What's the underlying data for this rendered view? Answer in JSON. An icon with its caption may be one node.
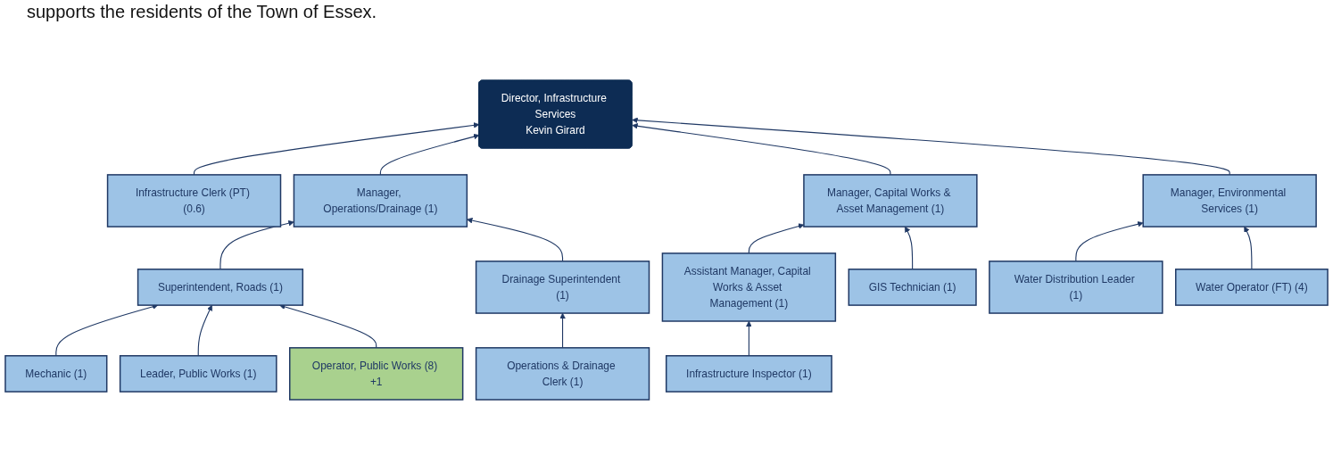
{
  "diagram": {
    "nodes": [
      {
        "text": [
          "Director, Infrastructure Services",
          "Kevin Girard"
        ]
      },
      {
        "text": [
          "Infrastructure Clerk (PT) (0.6)"
        ]
      },
      {
        "text": [
          "Manager, Operations/Drainage (1)"
        ]
      },
      {
        "text": [
          "Manager, Capital Works & Asset Management (1)"
        ]
      },
      {
        "text": [
          "Manager, Environmental Services (1)"
        ]
      },
      {
        "text": [
          "Superintendent, Roads (1)"
        ]
      },
      {
        "text": [
          "Drainage Superintendent (1)"
        ]
      },
      {
        "text": [
          "Mechanic (1)"
        ]
      },
      {
        "text": [
          "Leader, Public Works (1)"
        ]
      },
      {
        "text": [
          "Operator, Public Works (8) +1"
        ]
      },
      {
        "text": [
          "Operations & Drainage Clerk (1)"
        ]
      },
      {
        "text": [
          "Assistant Manager, Capital Works & Asset Management (1)"
        ]
      },
      {
        "text": [
          "Infrastructure Inspector (1)"
        ]
      },
      {
        "text": [
          "GIS Technician (1)"
        ]
      },
      {
        "text": [
          "Water Distribution Leader (1)"
        ]
      },
      {
        "text": [
          "Water Operator (FT) (4)"
        ]
      }
    ],
    "edges": [
      {
        "from": 1,
        "to": 0,
        "arrow": "to"
      },
      {
        "from": 2,
        "to": 0,
        "arrow": "to"
      },
      {
        "from": 3,
        "to": 0,
        "arrow": "to"
      },
      {
        "from": 4,
        "to": 0,
        "arrow": "to"
      },
      {
        "from": 5,
        "to": 2,
        "arrow": "to"
      },
      {
        "from": 6,
        "to": 2,
        "arrow": "to"
      },
      {
        "from": 7,
        "to": 5,
        "arrow": "to"
      },
      {
        "from": 8,
        "to": 5,
        "arrow": "to"
      },
      {
        "from": 9,
        "to": 5,
        "arrow": "to"
      },
      {
        "from": 10,
        "to": 6,
        "arrow": "to"
      },
      {
        "from": 11,
        "to": 3,
        "arrow": "to"
      },
      {
        "from": 12,
        "to": 11,
        "arrow": "to"
      },
      {
        "from": 13,
        "to": 3,
        "arrow": "to"
      },
      {
        "from": 14,
        "to": 4,
        "arrow": "to"
      },
      {
        "from": 15,
        "to": 4,
        "arrow": "to"
      }
    ],
    "labels": [
      "supports the residents of the Town of Essex."
    ]
  }
}
